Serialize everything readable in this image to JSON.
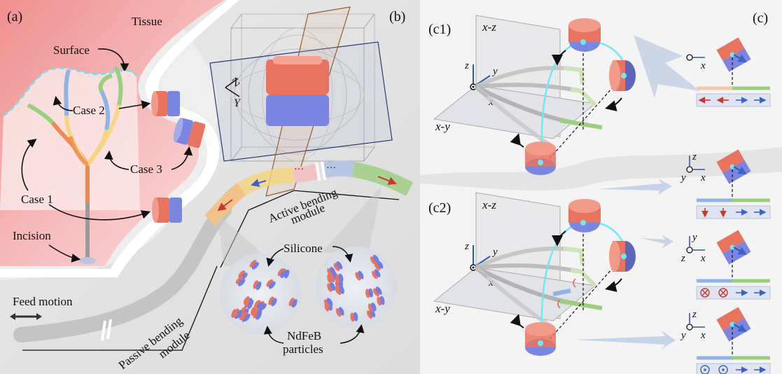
{
  "panel_a": {
    "label": "(a)",
    "tissue": "Tissue",
    "surface": "Surface",
    "case1": "Case 1",
    "case2": "Case 2",
    "case3": "Case 3",
    "incision": "Incision"
  },
  "panel_b": {
    "label": "(b)",
    "feed_motion": "Feed motion",
    "passive_line1": "Passive bending",
    "passive_line2": "module",
    "active_line1": "Active bending",
    "active_line2": "module",
    "silicone": "Silicone",
    "ndfeb_line1": "NdFeB",
    "ndfeb_line2": "particles",
    "axis_z": "Z",
    "axis_y": "Y",
    "dots1": "···",
    "dots2": "···"
  },
  "panel_c": {
    "label": "(c)",
    "c1_label": "(c1)",
    "c2_label": "(c2)",
    "plane_xz": "x-z",
    "plane_xy": "x-y",
    "axis_x": "x",
    "axis_y": "y",
    "axis_z": "z"
  },
  "colors": {
    "tissue": "#f2a6a6",
    "magnet_red": "#e8735e",
    "magnet_blue": "#7a86e0",
    "orange_seg": "#ef8a4e",
    "green_seg": "#9ccf7d",
    "blue_seg": "#8fb3e6",
    "yellow_seg": "#f6d57e",
    "gray_tube": "#b9b9b9",
    "cyan_path": "#6ee8f4"
  }
}
